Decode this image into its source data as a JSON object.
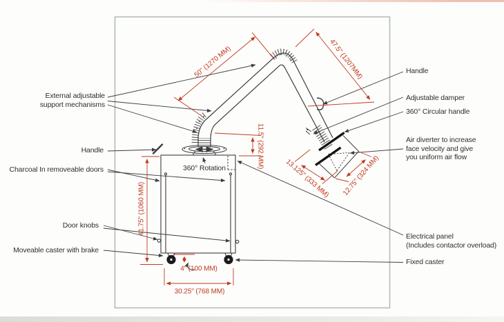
{
  "labels_left": {
    "external_support_1": "External adjustable",
    "external_support_2": "support mechanisms",
    "handle": "Handle",
    "charcoal_doors": "Charcoal In removeable doors",
    "door_knobs": "Door knobs",
    "moveable_caster": "Moveable caster with brake"
  },
  "labels_right": {
    "handle": "Handle",
    "adjustable_damper": "Adjustable damper",
    "circular_handle": "360° Circular handle",
    "air_diverter_1": "Air diverter to increase",
    "air_diverter_2": "face velocity and give",
    "air_diverter_3": "you uniform air flow",
    "electrical_panel_1": "Electrical panel",
    "electrical_panel_2": "(Includes contactor overload)",
    "fixed_caster": "Fixed caster"
  },
  "labels_inner": {
    "rotation": "360° Rotation"
  },
  "dimensions": {
    "arm_horizontal": "50\" (1270 MM)",
    "arm_diagonal": "47.5\" (1207MM)",
    "riser_height": "11.5\" (292 MM)",
    "cabinet_height": "41.75\" (1060 MM)",
    "caster_diameter": "4\" (100 MM)",
    "cabinet_width": "30.25\" (768 MM)",
    "hood_side_a": "13.125\" (333 MM)",
    "hood_side_b": "12.75\" (324 MM)"
  },
  "colors": {
    "dimension_red": "#c0391d",
    "label_text": "#2f2f2f",
    "linework": "#3c3c3c",
    "drawing_border": "#b2bdb5"
  }
}
